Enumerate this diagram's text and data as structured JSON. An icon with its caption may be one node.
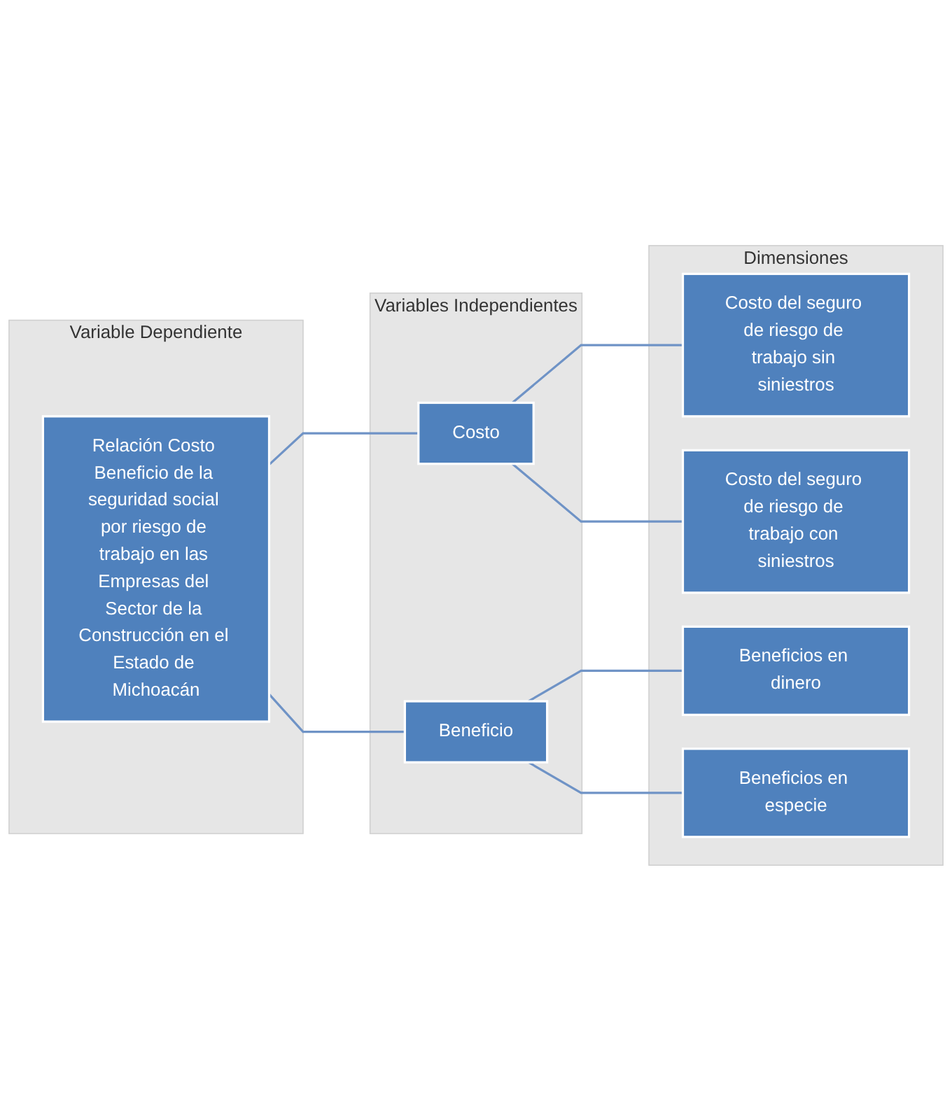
{
  "diagram": {
    "nodes": [
      {
        "text": [
          "Variable Dependiente"
        ]
      },
      {
        "text": [
          "Relación Costo Beneficio de la seguridad social por riesgo de trabajo en las Empresas del Sector de la Construcción en el Estado de Michoacán"
        ],
        "in": 0
      },
      {
        "text": [
          "Variables Independientes"
        ]
      },
      {
        "text": [
          "Costo"
        ],
        "in": 2
      },
      {
        "text": [
          "Beneficio"
        ],
        "in": 2
      },
      {
        "text": [
          "Dimensiones"
        ]
      },
      {
        "text": [
          "Costo del seguro de riesgo de trabajo sin siniestros"
        ],
        "in": 5
      },
      {
        "text": [
          "Costo del seguro de riesgo de trabajo con siniestros"
        ],
        "in": 5
      },
      {
        "text": [
          "Beneficios en dinero"
        ],
        "in": 5
      },
      {
        "text": [
          "Beneficios en especie"
        ],
        "in": 5
      }
    ],
    "edges": [
      {
        "from": 1,
        "to": 3,
        "arrow": "none"
      },
      {
        "from": 1,
        "to": 4,
        "arrow": "none"
      },
      {
        "from": 3,
        "to": 6,
        "arrow": "none"
      },
      {
        "from": 3,
        "to": 7,
        "arrow": "none"
      },
      {
        "from": 4,
        "to": 8,
        "arrow": "none"
      },
      {
        "from": 4,
        "to": 9,
        "arrow": "none"
      }
    ]
  }
}
